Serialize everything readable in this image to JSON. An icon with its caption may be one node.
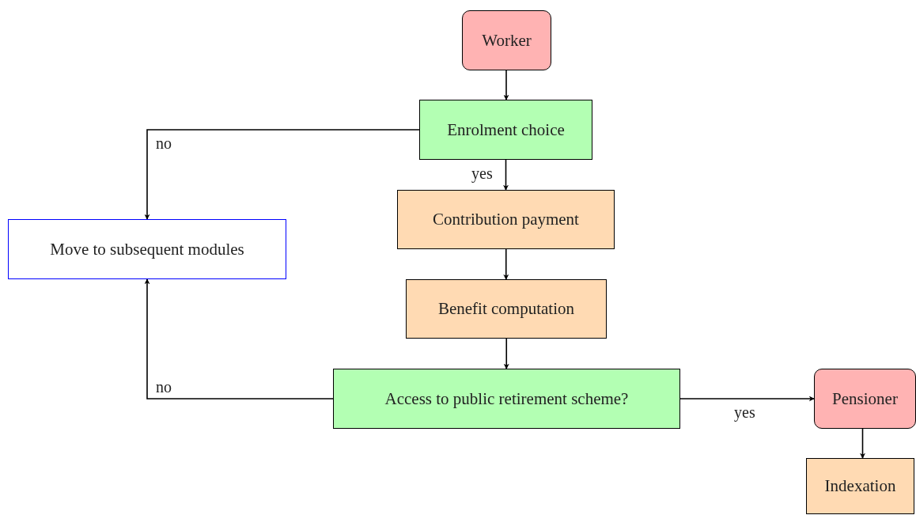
{
  "diagram": {
    "nodes": [
      {
        "text": [
          "Worker"
        ]
      },
      {
        "text": [
          "Enrolment choice"
        ]
      },
      {
        "text": [
          "Contribution payment"
        ]
      },
      {
        "text": [
          "Benefit computation"
        ]
      },
      {
        "text": [
          "Access to public retirement scheme?"
        ]
      },
      {
        "text": [
          "Move to subsequent modules"
        ]
      },
      {
        "text": [
          "Pensioner"
        ]
      },
      {
        "text": [
          "Indexation"
        ]
      }
    ],
    "edges": [
      {
        "from": 0,
        "to": 1,
        "arrow": "to"
      },
      {
        "from": 1,
        "to": 5,
        "arrow": "to",
        "label": "no"
      },
      {
        "from": 1,
        "to": 2,
        "arrow": "to",
        "label": "yes"
      },
      {
        "from": 2,
        "to": 3,
        "arrow": "to"
      },
      {
        "from": 3,
        "to": 4,
        "arrow": "to"
      },
      {
        "from": 4,
        "to": 5,
        "arrow": "to",
        "label": "no"
      },
      {
        "from": 4,
        "to": 6,
        "arrow": "to",
        "label": "yes"
      },
      {
        "from": 6,
        "to": 7,
        "arrow": "to"
      }
    ]
  }
}
